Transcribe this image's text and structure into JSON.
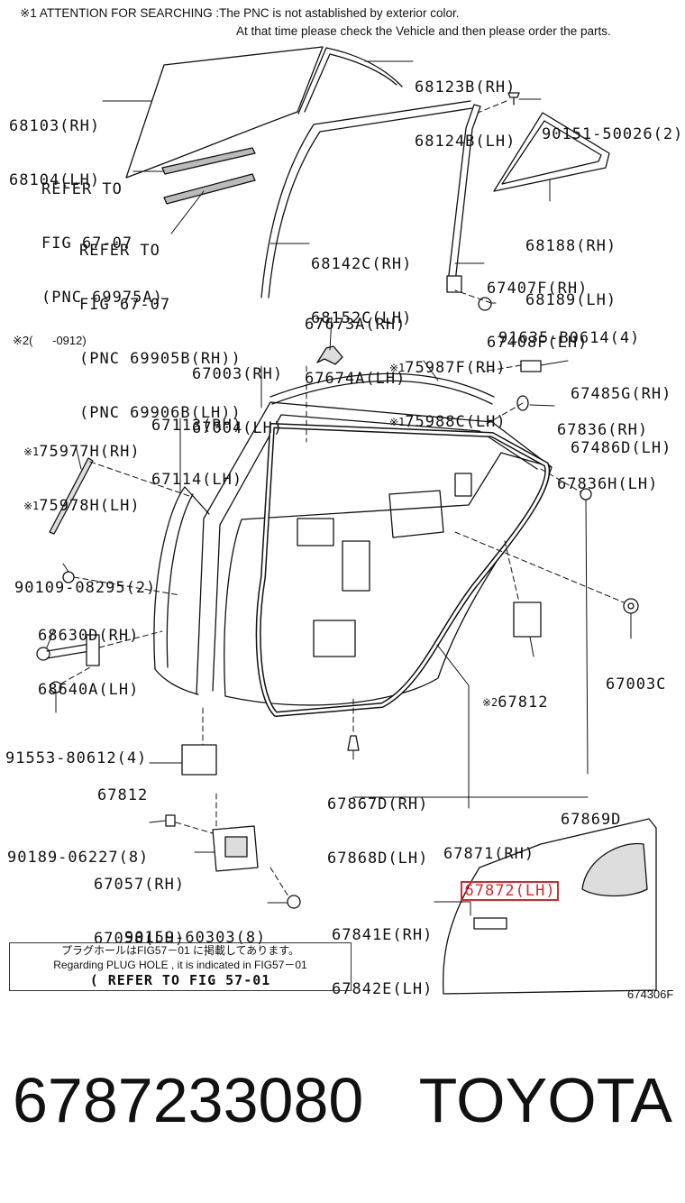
{
  "header": {
    "line1": "※1 ATTENTION FOR SEARCHING :The PNC is not astablished by exterior color.",
    "line2": "At that time please check the Vehicle and then please order the parts."
  },
  "callouts": {
    "c68123b": {
      "rh": "68123B(RH)",
      "lh": "68124B(LH)"
    },
    "c68103": {
      "rh": "68103(RH)",
      "lh": "68104(LH)"
    },
    "c90151": "90151-50026(2)",
    "refer1": [
      "REFER TO",
      "FIG 67-07",
      "(PNC 69975A)"
    ],
    "refer2": [
      "REFER TO",
      "FIG 67-07",
      "(PNC 69905B(RH))",
      "(PNC 69906B(LH))"
    ],
    "c68142c": {
      "rh": "68142C(RH)",
      "lh": "68152C(LH)"
    },
    "c68188": {
      "rh": "68188(RH)",
      "lh": "68189(LH)"
    },
    "c67407f": {
      "rh": "67407F(RH)",
      "lh": "67408F(LH)"
    },
    "c67673a": {
      "rh": "67673A(RH)",
      "lh": "67674A(LH)"
    },
    "c91635": "91635-B0614(4)",
    "note2": "※2(      -0912)",
    "c67003": {
      "rh": "67003(RH)",
      "lh": "67004(LH)"
    },
    "c75987f": {
      "mark": "※1",
      "rh": "75987F(RH)",
      "lh": "75988C(LH)"
    },
    "c67485g": {
      "rh": "67485G(RH)",
      "lh": "67486D(LH)"
    },
    "c67113": {
      "rh": "67113(RH)",
      "lh": "67114(LH)"
    },
    "c67836": {
      "rh": "67836(RH)",
      "lh": "67836H(LH)"
    },
    "c75977h": {
      "mark": "※1",
      "rh": "75977H(RH)",
      "lh": "75978H(LH)"
    },
    "c90109": "90109-08295(2)",
    "c68630d": {
      "rh": "68630D(RH)",
      "lh": "68640A(LH)"
    },
    "c67003c": "67003C",
    "c67812_note2": {
      "mark": "※2",
      "text": "67812"
    },
    "c91553": "91553-80612(4)",
    "c67812": "67812",
    "c67867d": {
      "rh": "67867D(RH)",
      "lh": "67868D(LH)"
    },
    "c67869d": "67869D",
    "c90189": "90189-06227(8)",
    "c67871": {
      "rh": "67871(RH)",
      "lh": "67872(LH)"
    },
    "c67057": {
      "rh": "67057(RH)",
      "lh": "67058(LH)"
    },
    "c90159": "90159-60303(8)",
    "c67841e": {
      "rh": "67841E(RH)",
      "lh": "67842E(LH)"
    }
  },
  "plug_hole_note": {
    "line1": "プラグホールはFIG57－01 に掲載してあります。",
    "line2": "Regarding PLUG HOLE , it is indicated in FIG57－01",
    "line3": "( REFER TO FIG 57-01"
  },
  "drawing_id": "674306F",
  "footer": {
    "part_number": "6787233080",
    "brand": "TOYOTA"
  },
  "highlight_color": "#d9262b"
}
